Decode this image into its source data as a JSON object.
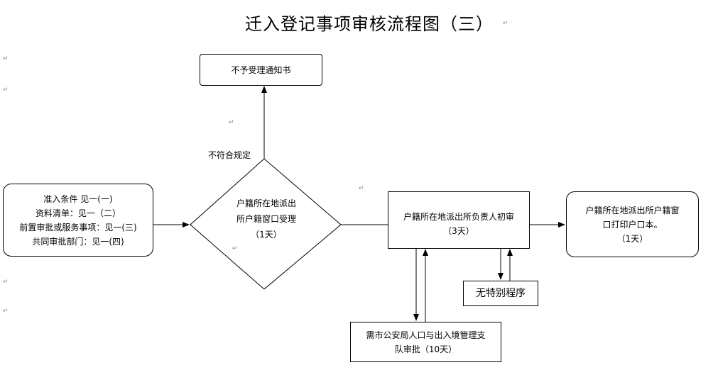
{
  "title": "迁入登记事项审核流程图（三）",
  "paragraph_mark": "↵",
  "reject_box": {
    "text": "不予受理通知书"
  },
  "reject_label": "不符合规定",
  "entry_box": {
    "lines": [
      "准入条件 见一(一)",
      "资料清单：见一（二）",
      "前置审批或服务事项：见一(三)",
      "共同审批部门：见一(四)"
    ]
  },
  "decision": {
    "lines": [
      "户籍所在地派出",
      "所户籍窗口受理",
      "（1天）"
    ]
  },
  "review_box": {
    "lines": [
      "户籍所在地派出所负责人初审",
      "（3天）"
    ]
  },
  "print_box": {
    "lines": [
      "户籍所在地派出所户籍窗",
      "口打印户口本。",
      "（1天）"
    ]
  },
  "no_special_box": {
    "text": "无特别程序"
  },
  "city_box": {
    "lines": [
      "需市公安局人口与出入境管理支",
      "队审批（10天）"
    ]
  }
}
